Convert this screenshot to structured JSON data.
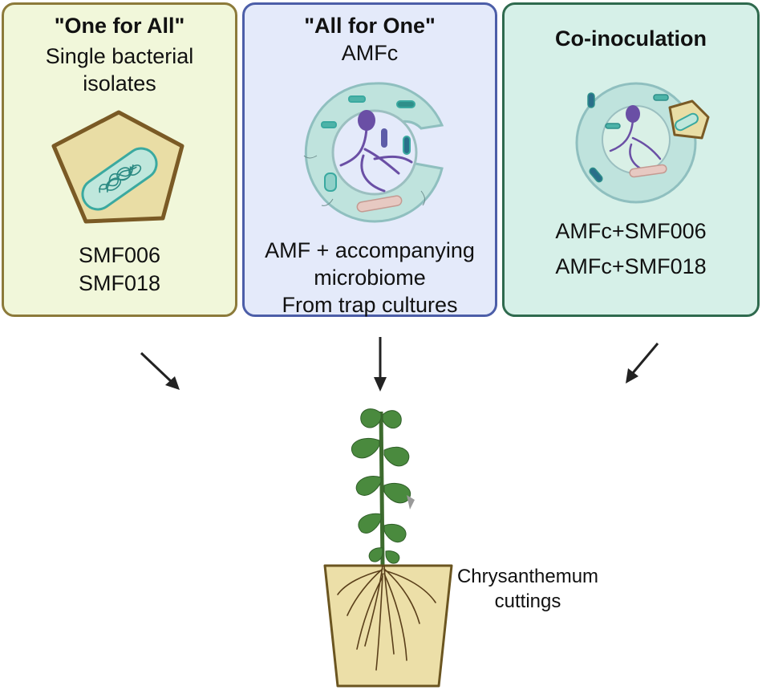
{
  "colors": {
    "panel1_fill": "#f1f7da",
    "panel1_border": "#8c7a3a",
    "panel2_fill": "#e4eafa",
    "panel2_border": "#4c5ea8",
    "panel3_fill": "#d6f0e8",
    "panel3_border": "#2f6a4e",
    "pot_fill": "#ecdfa8",
    "pot_border": "#6b5520",
    "bacteria": "#3aa9a0",
    "amf": "#6a4fa5",
    "leaf": "#3f7f3a"
  },
  "panels": [
    {
      "title": "\"One for All\"",
      "subtitle_lines": [
        "Single bacterial",
        "isolates"
      ],
      "items": [
        "SMF006",
        "SMF018"
      ],
      "icon": "bacterium-icon"
    },
    {
      "title": "\"All for One\"",
      "subtitle_lines": [
        "AMFc"
      ],
      "items": [
        "AMF + accompanying",
        "microbiome",
        "From trap cultures"
      ],
      "icon": "amf-community-icon"
    },
    {
      "title": "Co-inoculation",
      "subtitle_lines": [],
      "items": [
        "AMFc+SMF006",
        "AMFc+SMF018"
      ],
      "icon": "coinoculation-icon"
    }
  ],
  "target": {
    "label_lines": [
      "Chrysanthemum",
      "cuttings"
    ],
    "icon": "potted-plant-icon"
  }
}
